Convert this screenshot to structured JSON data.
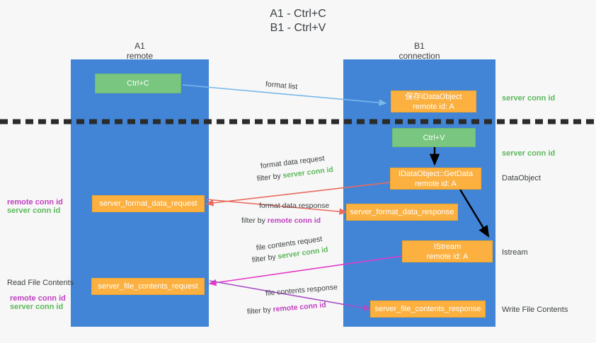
{
  "title": {
    "line1": "A1 - Ctrl+C",
    "line2": "B1 - Ctrl+V"
  },
  "lanes": [
    {
      "id": "a1",
      "name": "A1",
      "sub": "remote"
    },
    {
      "id": "b1",
      "name": "B1",
      "sub": "connection"
    }
  ],
  "boxes": {
    "ctrl_c": {
      "line1": "Ctrl+C"
    },
    "idataobject_store": {
      "line1": "保存IDataObject",
      "line2": "remote id: A"
    },
    "ctrl_v": {
      "line1": "Ctrl+V"
    },
    "getdata": {
      "line1": "IDataObject::GetData",
      "line2": "remote id: A"
    },
    "format_data_request": {
      "line1": "server_format_data_request"
    },
    "format_data_response": {
      "line1": "server_format_data_response"
    },
    "istream": {
      "line1": "IStream",
      "line2": "remote id: A"
    },
    "file_contents_request": {
      "line1": "server_file_contents_request"
    },
    "file_contents_response": {
      "line1": "server_file_contents_response"
    }
  },
  "arrow_labels": {
    "format_list": "format list",
    "format_data_request": {
      "main": "format data request",
      "filter_prefix": "filter by ",
      "filter_value": "server conn id"
    },
    "format_data_response": {
      "main": "format data response",
      "filter_prefix": "filter by ",
      "filter_value": "remote conn id"
    },
    "file_contents_request": {
      "main": "file contents request",
      "filter_prefix": "filter by ",
      "filter_value": "server conn id"
    },
    "file_contents_response": {
      "main": "file contents response",
      "filter_prefix": "filter by ",
      "filter_value": "remote conn id"
    }
  },
  "right_labels": [
    {
      "id": "server-conn-id-top",
      "text": "server conn id",
      "color": "green"
    },
    {
      "id": "server-conn-id-mid",
      "text": "server conn id",
      "color": "green"
    },
    {
      "id": "dataobject",
      "text": "DataObject",
      "color": "dark"
    },
    {
      "id": "istream",
      "text": "Istream",
      "color": "dark"
    },
    {
      "id": "write-file-contents",
      "text": "Write File Contents",
      "color": "dark"
    }
  ],
  "left_labels": [
    {
      "id": "remote-conn-id-upper",
      "text": "remote conn id",
      "color": "purple"
    },
    {
      "id": "server-conn-id-upper",
      "text": "server conn id",
      "color": "green"
    },
    {
      "id": "read-file-contents",
      "text": "Read File Contents",
      "color": "dark"
    },
    {
      "id": "remote-conn-id-lower",
      "text": "remote conn id",
      "color": "purple"
    },
    {
      "id": "server-conn-id-lower",
      "text": "server conn id",
      "color": "green"
    }
  ],
  "colors": {
    "lane": "#4285d7",
    "green_box": "#78c67f",
    "orange_box": "#fbb040",
    "green_text": "#5cb85c",
    "purple_text": "#c040c0",
    "blue_arrow": "#79b8e8",
    "red_arrow": "#ea6a5e",
    "magenta_arrow": "#e33bc8",
    "purple_arrow": "#a74fc4",
    "black_arrow": "#000000",
    "divider": "#2b2b2b"
  }
}
